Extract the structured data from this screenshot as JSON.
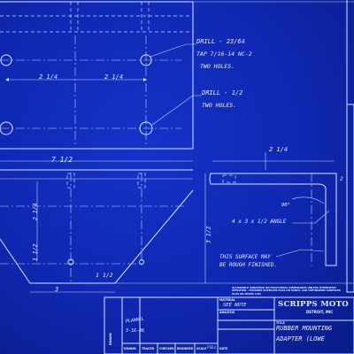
{
  "notes": {
    "drill_23_64": "DRILL - 23/64",
    "tap": "TAP 7/16-14 NC-2",
    "two_holes_1": "TWO HOLES.",
    "drill_half": "DRILL - 1/2",
    "two_holes_2": "TWO HOLES.",
    "angle": "4 x 3 x 1/2 ANGLE",
    "surface_1": "THIS SURFACE MAY",
    "surface_2": "BE ROUGH FINISHED."
  },
  "dims": {
    "d_2q_left": "2 1/4",
    "d_2q_right": "2 1/4",
    "d_7half": "7 1/2",
    "d_2q_vert": "2 1/4",
    "d_1h_vert": "1 1/2",
    "d_3_bottom": "3",
    "d_1h_bottom": "1 1/2",
    "d_3_vert": "3 1/2",
    "d_2q_side": "2 1/4",
    "d_90": "90°",
    "d_2_side": "2"
  },
  "title_block": {
    "tolerance_note": "ALLOWABLE VARIATION ON FRACTIONAL DIMENSIONS UNLESS OTHERWISE SPECIFIED - FINISHED SURFACES PLUS OR MINUS .010 UNFINISHED SURFACES PLUS OR MINUS 1/64",
    "company": "SCRIPPS MOTO",
    "company_sub": "DETROIT, MIC",
    "material_label": "MATERIAL",
    "material_value": "SEE NOTE",
    "analysis_label": "ANALYSIS",
    "title_label": "TITLE",
    "title_line1": "RUBBER MOUNTING",
    "title_line2": "ADAPTER (LOWE",
    "drawn_label": "DRAWN",
    "traced_label": "TRACED",
    "checked_label": "CHECKED",
    "engineer_label": "ENGINEER",
    "scale_label": "SCALE",
    "scale_value": "FULL",
    "date_label": "DATE",
    "drawn_by": "PLANNEL",
    "drawn_date": "3-16-46"
  }
}
